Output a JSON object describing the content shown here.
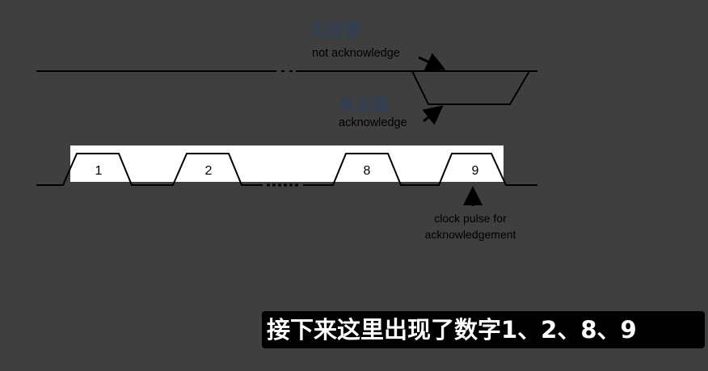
{
  "diagram": {
    "no_ack_cn": "无应答",
    "no_ack_en": "not acknowledge",
    "ack_cn": "有应答",
    "ack_en": "acknowledge",
    "clock_note_line1": "clock pulse for",
    "clock_note_line2": "acknowledgement",
    "pulses": [
      "1",
      "2",
      "8",
      "9"
    ],
    "ellipsis": "......"
  },
  "subtitle": {
    "text": "接下来这里出现了数字1、2、8、9"
  },
  "colors": {
    "background": "#3f3f3f",
    "highlight_band": "#ffffff",
    "signal_line": "#000000",
    "chinese_label": "#2e3f57",
    "subtitle_bg": "#000000",
    "subtitle_text": "#ffffff"
  }
}
